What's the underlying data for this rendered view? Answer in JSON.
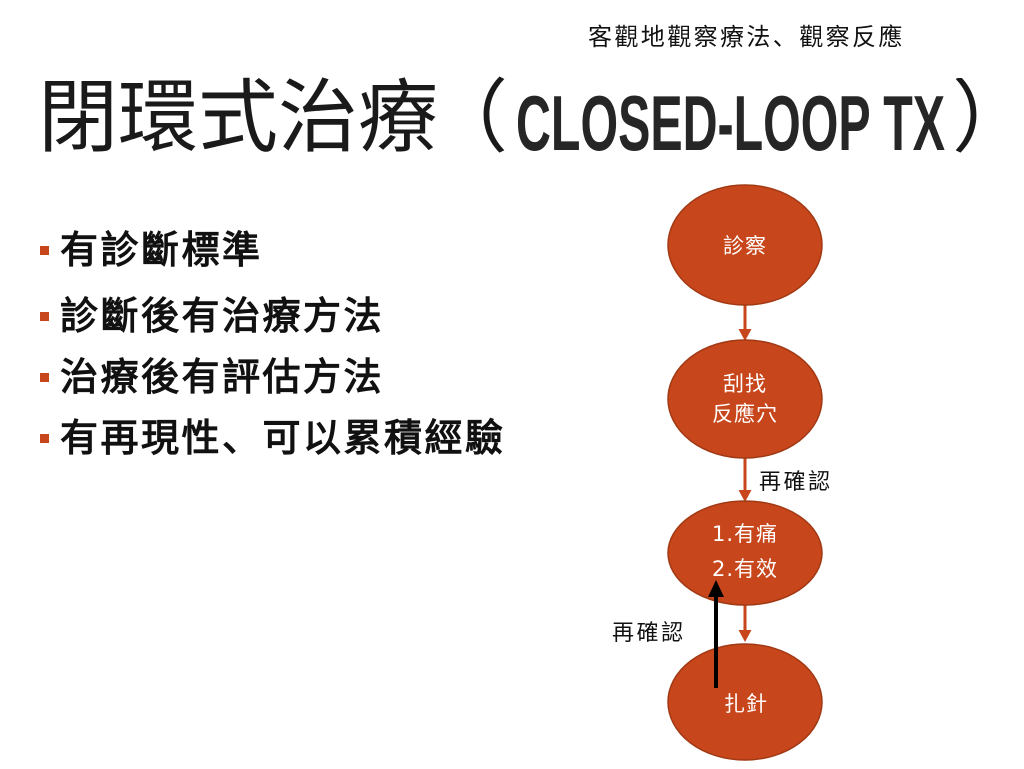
{
  "header_note": "客觀地觀察療法、觀察反應",
  "title": {
    "chinese": "閉環式治療",
    "open_paren": "（",
    "english": "CLOSED-LOOP TX",
    "close_paren": "）"
  },
  "bullets": [
    "有診斷標準",
    "診斷後有治療方法",
    "治療後有評估方法",
    "有再現性、可以累積經驗"
  ],
  "flowchart": {
    "nodes": [
      {
        "lines": [
          "診察"
        ]
      },
      {
        "lines": [
          "刮找",
          "反應穴"
        ]
      },
      {
        "lines": [
          "1.有痛",
          "2.有效"
        ]
      },
      {
        "lines": [
          "扎針"
        ]
      }
    ],
    "edges": [
      {
        "from": 0,
        "to": 1
      },
      {
        "from": 1,
        "to": 2,
        "label": "再確認"
      },
      {
        "from": 2,
        "to": 3
      },
      {
        "from": 3,
        "to": 2,
        "label": "再確認"
      }
    ]
  },
  "colors": {
    "accent": "#C8461B",
    "node_border": "#A13914",
    "node_text": "#FFFFFF",
    "feedback_arrow": "#000000",
    "text": "#111111"
  }
}
